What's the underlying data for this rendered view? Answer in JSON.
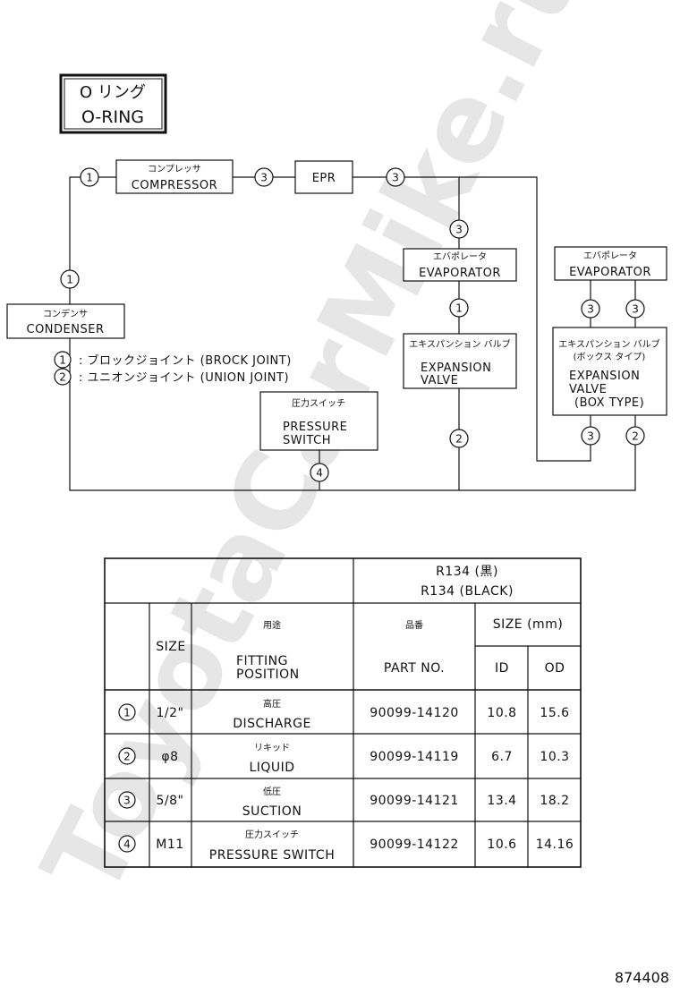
{
  "title": {
    "jp": "O リング",
    "en": "O-RING"
  },
  "components": {
    "compressor": {
      "jp": "コンプレッサ",
      "en": "COMPRESSOR"
    },
    "epr": {
      "en": "EPR"
    },
    "condenser": {
      "jp": "コンデンサ",
      "en": "CONDENSER"
    },
    "evaporator_front": {
      "jp": "エバポレータ",
      "en": "EVAPORATOR"
    },
    "evaporator_rear": {
      "jp": "エバポレータ",
      "en": "EVAPORATOR"
    },
    "expansion_valve_front": {
      "jp": "エキスパンション バルブ",
      "en1": "EXPANSION",
      "en2": "VALVE"
    },
    "expansion_valve_rear": {
      "jp1": "エキスパンション バルブ",
      "jp2": "(ボックス タイプ)",
      "en1": "EXPANSION",
      "en2": "VALVE",
      "en3": "(BOX TYPE)"
    },
    "pressure_switch": {
      "jp": "圧力スイッチ",
      "en1": "PRESSURE",
      "en2": "SWITCH"
    }
  },
  "legend": [
    {
      "num": "1",
      "text": ": ブロックジョイント (BROCK JOINT)"
    },
    {
      "num": "2",
      "text": ": ユニオンジョイント (UNION JOINT)"
    }
  ],
  "table": {
    "refrigerant_jp": "R134 (黒)",
    "refrigerant_en": "R134 (BLACK)",
    "headers": {
      "size": "SIZE",
      "position_jp": "用途",
      "position_en1": "FITTING",
      "position_en2": "POSITION",
      "part_jp": "品番",
      "part_en": "PART NO.",
      "size_mm": "SIZE (mm)",
      "id": "ID",
      "od": "OD"
    },
    "rows": [
      {
        "num": "1",
        "size": "1/2\"",
        "pos_jp": "高圧",
        "pos_en": "DISCHARGE",
        "part": "90099-14120",
        "id": "10.8",
        "od": "15.6"
      },
      {
        "num": "2",
        "size": "φ8",
        "pos_jp": "リキッド",
        "pos_en": "LIQUID",
        "part": "90099-14119",
        "id": "6.7",
        "od": "10.3"
      },
      {
        "num": "3",
        "size": "5/8\"",
        "pos_jp": "低圧",
        "pos_en": "SUCTION",
        "part": "90099-14121",
        "id": "13.4",
        "od": "18.2"
      },
      {
        "num": "4",
        "size": "M11",
        "pos_jp": "圧力スイッチ",
        "pos_en": "PRESSURE SWITCH",
        "part": "90099-14122",
        "id": "10.6",
        "od": "14.16"
      }
    ]
  },
  "figure_number": "874408",
  "watermark": "ToyotaCarMike.ru"
}
